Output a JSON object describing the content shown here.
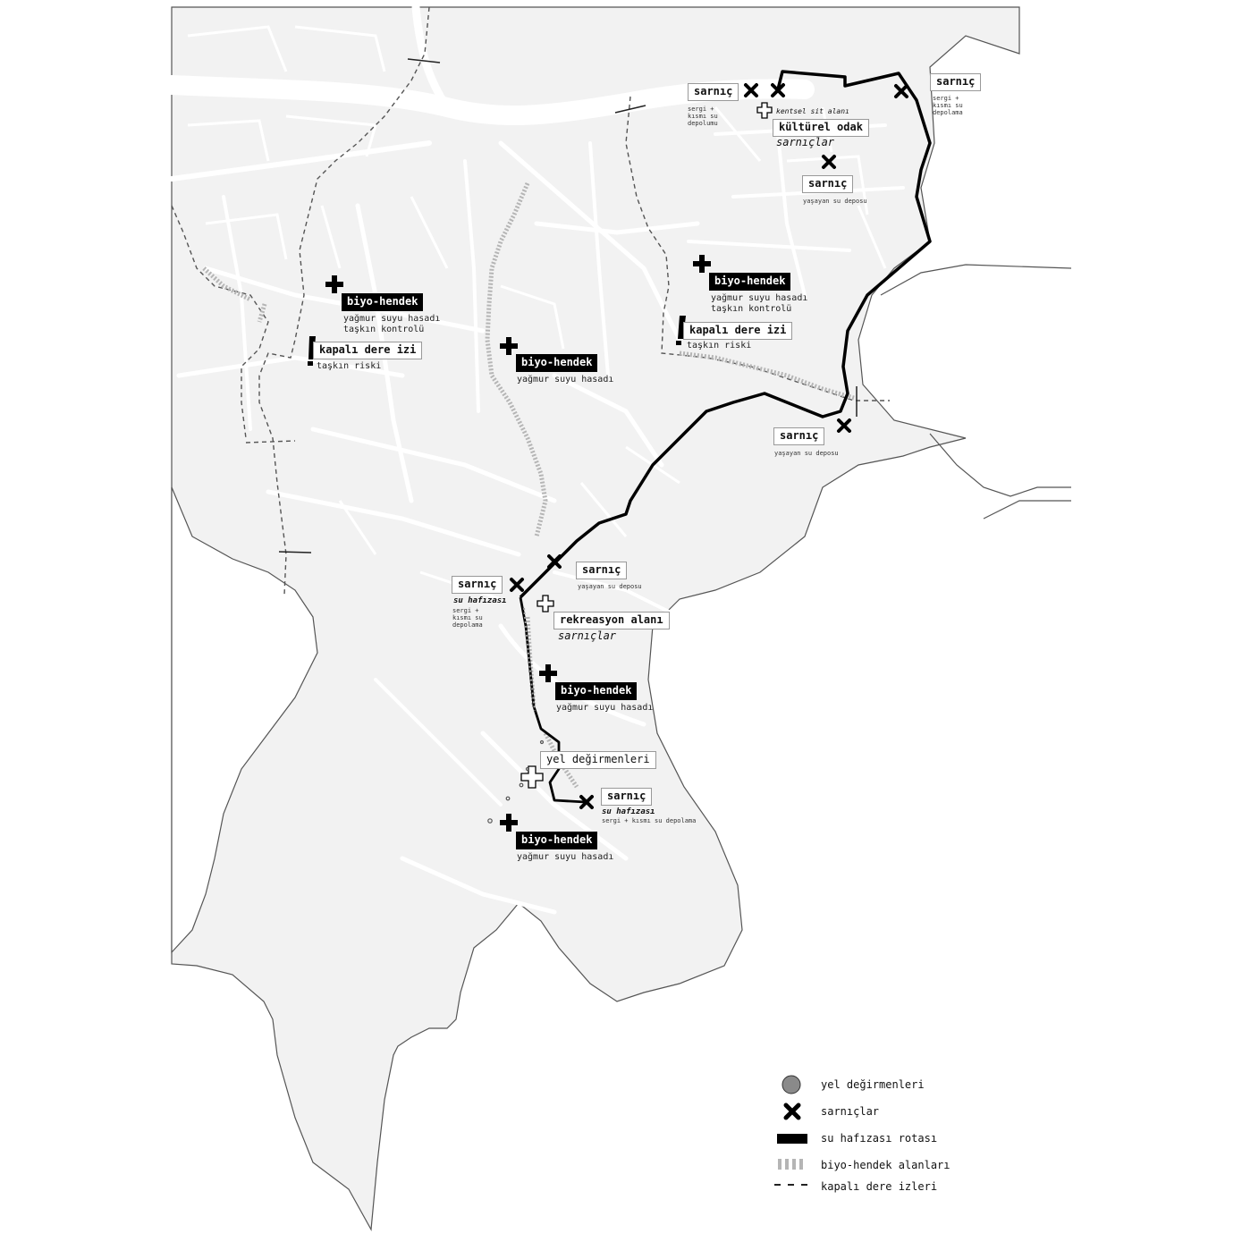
{
  "labels": {
    "sarnic": "sarnıç",
    "biyo_hendek": "biyo-hendek",
    "kapali_dere_izi": "kapalı dere izi",
    "kulturel_odak": "kültürel odak",
    "rekreasyon_alani": "rekreasyon alanı",
    "yel_degirmenleri": "yel değirmenleri",
    "sarniclar": "sarnıçlar",
    "su_hafizasi": "su hafızası",
    "kentsel_sit_alani": "kentsel sit alanı",
    "sergi_kismi_su_depolumu": [
      "sergi +",
      "kısmı su",
      "depolumu"
    ],
    "sergi_kismi_su_depolama": [
      "sergi +",
      "kısmı su",
      "depolama"
    ],
    "sergi_kismi_su_depolama_line": "sergi + kısmı su depolama",
    "yasayan_su_deposu": "yaşayan su deposu",
    "yagmur_suyu_hasadi": "yağmur suyu hasadı",
    "taskin_kontrolu": "taşkın kontrolü",
    "taskin_riski": "taşkın riski"
  },
  "legend": [
    {
      "label": "yel değirmenleri",
      "symbol": "circle"
    },
    {
      "label": "sarnıçlar",
      "symbol": "cross"
    },
    {
      "label": "su hafızası rotası",
      "symbol": "thick-line"
    },
    {
      "label": "biyo-hendek alanları",
      "symbol": "gray-dashes"
    },
    {
      "label": "kapalı dere izleri",
      "symbol": "dashed-line"
    }
  ],
  "colors": {
    "land": "#f2f2f2",
    "street": "#ffffff",
    "route": "#000000",
    "bioswale": "#b5b5b5",
    "stream": "#555555",
    "windmill": "#8a8a8a"
  }
}
